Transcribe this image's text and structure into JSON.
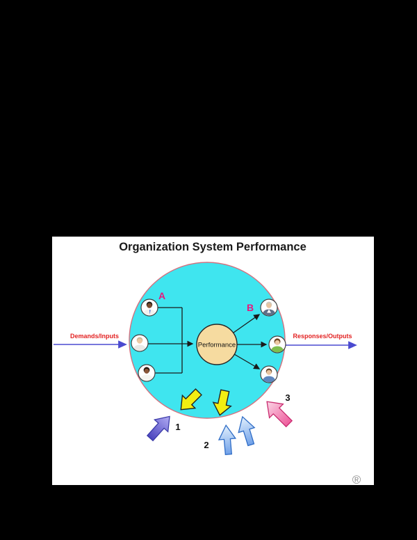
{
  "page": {
    "background": "#000000",
    "panel_background": "#ffffff"
  },
  "diagram": {
    "title": "Organization System Performance",
    "left_flow_label": "Demands/Inputs",
    "right_flow_label": "Responses/Outputs",
    "group_a_label": "A",
    "group_b_label": "B",
    "center_node_label": "Performance",
    "external_arrow_labels": {
      "one": "1",
      "two": "2",
      "three": "3"
    },
    "registered_mark": "®",
    "icons": {
      "people_group_a": [
        "person-avatar-icon",
        "person-avatar-icon",
        "person-avatar-icon"
      ],
      "people_group_b": [
        "person-avatar-icon",
        "person-avatar-icon",
        "person-avatar-icon"
      ],
      "internal_arrows": [
        "yellow-down-left-arrow-icon",
        "yellow-down-arrow-icon"
      ],
      "external_arrows": [
        "purple-up-right-arrow-icon",
        "blue-up-arrow-icon",
        "blue-up-arrow-icon",
        "pink-up-left-arrow-icon"
      ]
    },
    "colors": {
      "system_circle_fill": "#3FE5EF",
      "system_circle_border": "#D4717F",
      "performance_fill": "#F6DBA0",
      "group_label_color": "#E6197D",
      "flow_text_color": "#E32222",
      "flow_line_color": "#4A4AD0",
      "yellow_arrow": "#F2EE12",
      "purple_arrow": "#5A52CC",
      "blue_arrow": "#6FA0E8",
      "pink_arrow": "#EE5C9C"
    }
  }
}
